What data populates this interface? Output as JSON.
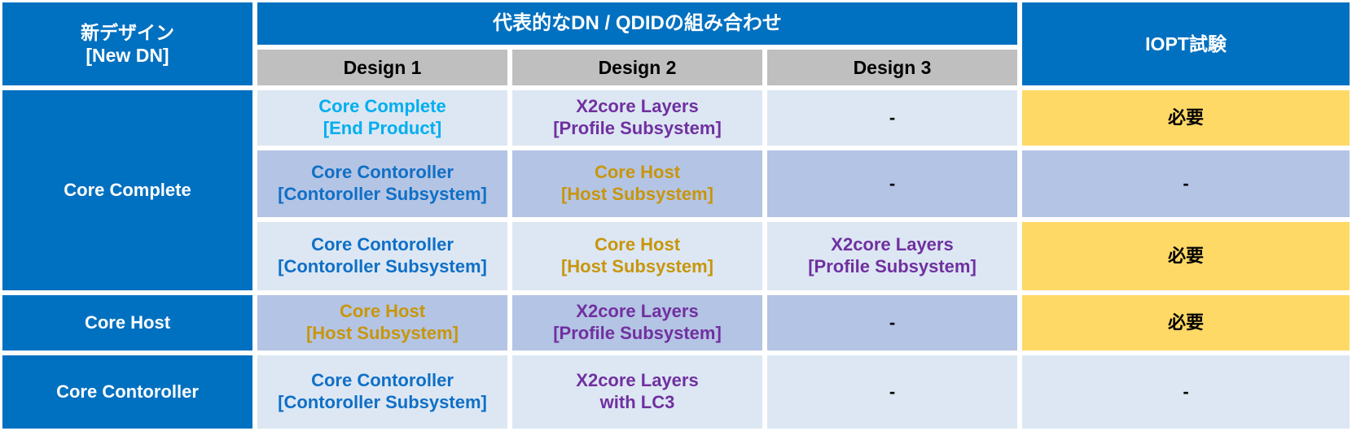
{
  "table": {
    "header": {
      "new_dn": {
        "line1": "新デザイン",
        "line2": "[New DN]"
      },
      "combination": "代表的なDN / QDIDの組み合わせ",
      "design_columns": [
        "Design 1",
        "Design 2",
        "Design 3"
      ],
      "iopt": "IOPT試験"
    },
    "colors": {
      "header_blue": "#0070C0",
      "header_gray": "#BFBFBF",
      "fill_light": "#DCE7F3",
      "fill_mid": "#B4C4E4",
      "fill_yellow": "#FFD966",
      "text_cyan": "#00AEEF",
      "text_blue": "#0F6FC6",
      "text_gold": "#C8960C",
      "text_purple": "#7030A0"
    },
    "rows": [
      {
        "label": "Core Complete",
        "label_rowspan": 3,
        "fill": "light",
        "design1": {
          "line1": "Core Complete",
          "line2": "[End Product]",
          "color": "cyan"
        },
        "design2": {
          "line1": "X2core Layers",
          "line2": "[Profile Subsystem]",
          "color": "purple"
        },
        "design3": {
          "line1": "-",
          "line2": "",
          "color": "dark"
        },
        "iopt": {
          "text": "必要",
          "fill": "yellow"
        }
      },
      {
        "label": "",
        "label_rowspan": 0,
        "fill": "mid",
        "design1": {
          "line1": "Core Contoroller",
          "line2": "[Contoroller Subsystem]",
          "color": "blue"
        },
        "design2": {
          "line1": "Core Host",
          "line2": "[Host Subsystem]",
          "color": "gold"
        },
        "design3": {
          "line1": "-",
          "line2": "",
          "color": "dark"
        },
        "iopt": {
          "text": "-",
          "fill": "mid"
        }
      },
      {
        "label": "",
        "label_rowspan": 0,
        "fill": "light",
        "design1": {
          "line1": "Core Contoroller",
          "line2": "[Contoroller Subsystem]",
          "color": "blue"
        },
        "design2": {
          "line1": "Core Host",
          "line2": "[Host Subsystem]",
          "color": "gold"
        },
        "design3": {
          "line1": "X2core Layers",
          "line2": "[Profile Subsystem]",
          "color": "purple"
        },
        "iopt": {
          "text": "必要",
          "fill": "yellow"
        }
      },
      {
        "label": "Core Host",
        "label_rowspan": 1,
        "fill": "mid",
        "design1": {
          "line1": "Core Host",
          "line2": "[Host Subsystem]",
          "color": "gold"
        },
        "design2": {
          "line1": "X2core Layers",
          "line2": "[Profile Subsystem]",
          "color": "purple"
        },
        "design3": {
          "line1": "-",
          "line2": "",
          "color": "dark"
        },
        "iopt": {
          "text": "必要",
          "fill": "yellow"
        }
      },
      {
        "label": "Core Contoroller",
        "label_rowspan": 1,
        "fill": "light",
        "design1": {
          "line1": "Core Contoroller",
          "line2": "[Contoroller Subsystem]",
          "color": "blue"
        },
        "design2": {
          "line1": "X2core Layers",
          "line2": "with LC3",
          "color": "purple"
        },
        "design3": {
          "line1": "-",
          "line2": "",
          "color": "dark"
        },
        "iopt": {
          "text": "-",
          "fill": "light"
        }
      }
    ]
  }
}
